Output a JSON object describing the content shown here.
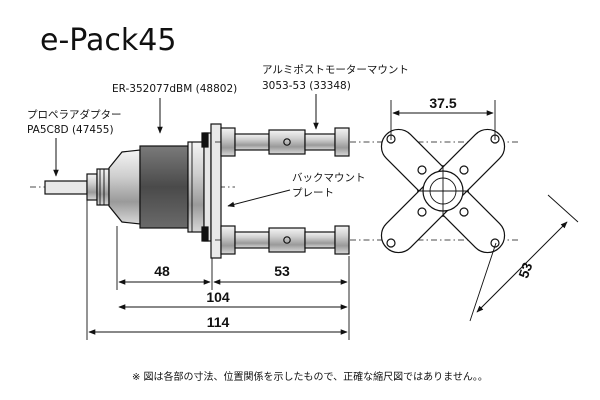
{
  "title": "e-Pack45",
  "labels": {
    "prop_adapter_name": "プロペラアダプター",
    "prop_adapter_part": "PA5C8D (47455)",
    "motor": "ER-352077dBM (48802)",
    "mount_name": "アルミポストモーターマウント",
    "mount_part": "3053-53 (33348)",
    "back_mount_line1": "バックマウント",
    "back_mount_line2": "プレート"
  },
  "dimensions": {
    "d48": "48",
    "d53_side": "53",
    "d104": "104",
    "d114": "114",
    "d37_5": "37.5",
    "d53_diag": "53"
  },
  "note": "※ 図は各部の寸法、位置関係を示したもので、正確な縮尺図ではありません。。",
  "colors": {
    "motor_can": "#555555",
    "metal_light": "#d8d8d8",
    "outline": "#111111"
  }
}
